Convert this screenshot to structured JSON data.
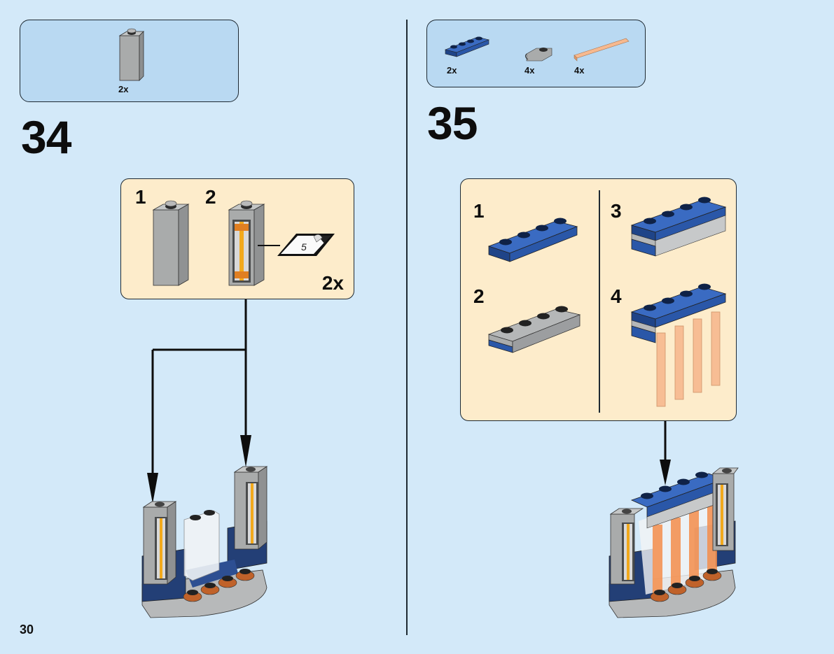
{
  "page": {
    "number": "30",
    "background_color": "#d3e9f9"
  },
  "steps": [
    {
      "number": "34",
      "parts_list": [
        {
          "piece": "brick-1x1x3-light-gray",
          "color": "#a9abab",
          "quantity": "2x"
        }
      ],
      "sub_assembly": {
        "multiplier": "2x",
        "sub_steps": [
          {
            "number": "1",
            "description": "light-gray-1x1x3-brick"
          },
          {
            "number": "2",
            "description": "apply-sticker",
            "sticker_label": "5"
          }
        ]
      },
      "result": "two-sticker-columns-placed-on-base"
    },
    {
      "number": "35",
      "parts_list": [
        {
          "piece": "plate-1x4-blue",
          "color": "#2a57a8",
          "quantity": "2x"
        },
        {
          "piece": "plate-1x1-clip-light-gray",
          "color": "#a9abab",
          "quantity": "4x"
        },
        {
          "piece": "bar-trans-orange",
          "color": "#f7b98f",
          "quantity": "4x"
        }
      ],
      "sub_assembly": {
        "sub_steps": [
          {
            "number": "1",
            "description": "blue-1x4-plate"
          },
          {
            "number": "2",
            "description": "attach-clip-plates"
          },
          {
            "number": "3",
            "description": "add-second-blue-plate"
          },
          {
            "number": "4",
            "description": "insert-trans-orange-bars"
          }
        ]
      },
      "result": "bar-assembly-attached-to-top"
    }
  ],
  "colors": {
    "parts_box_bg": "#b9d9f2",
    "sub_box_bg": "#fdeccb",
    "outline": "#1e2a33",
    "blue": "#2a57a8",
    "dark_blue": "#1d3f7a",
    "light_gray": "#a9abab",
    "orange": "#f7a06a"
  }
}
